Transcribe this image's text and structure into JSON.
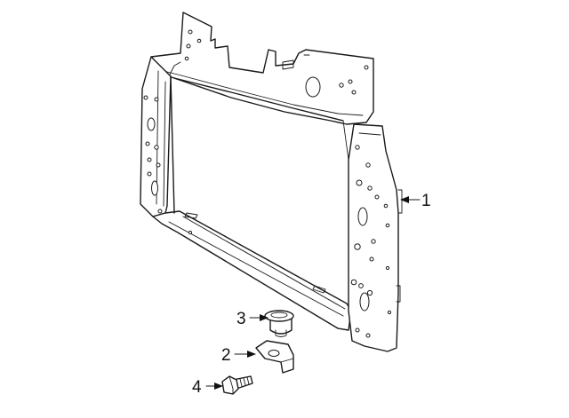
{
  "callouts": [
    {
      "id": "1",
      "label": "1",
      "part": "radiator-support"
    },
    {
      "id": "2",
      "label": "2",
      "part": "bracket"
    },
    {
      "id": "3",
      "label": "3",
      "part": "grommet"
    },
    {
      "id": "4",
      "label": "4",
      "part": "bolt"
    }
  ]
}
